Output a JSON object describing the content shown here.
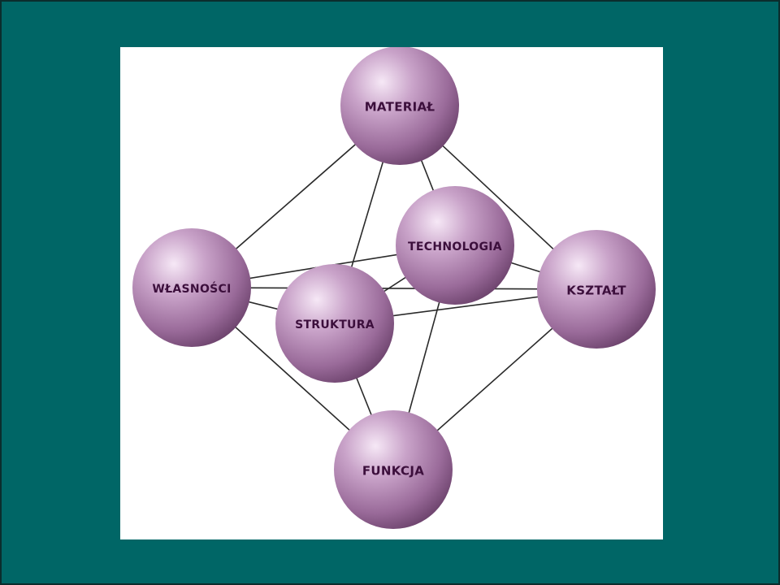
{
  "diagram": {
    "nodes": [
      {
        "id": "material",
        "label": "MATERIAŁ"
      },
      {
        "id": "technologia",
        "label": "TECHNOLOGIA"
      },
      {
        "id": "wlasnosci",
        "label": "WŁASNOŚCI"
      },
      {
        "id": "struktura",
        "label": "STRUKTURA"
      },
      {
        "id": "ksztalt",
        "label": "KSZTAŁT"
      },
      {
        "id": "funkcja",
        "label": "FUNKCJA"
      }
    ],
    "edges": [
      [
        "material",
        "wlasnosci"
      ],
      [
        "material",
        "struktura"
      ],
      [
        "material",
        "technologia"
      ],
      [
        "material",
        "ksztalt"
      ],
      [
        "wlasnosci",
        "technologia"
      ],
      [
        "wlasnosci",
        "struktura"
      ],
      [
        "wlasnosci",
        "ksztalt"
      ],
      [
        "wlasnosci",
        "funkcja"
      ],
      [
        "struktura",
        "technologia"
      ],
      [
        "struktura",
        "ksztalt"
      ],
      [
        "struktura",
        "funkcja"
      ],
      [
        "technologia",
        "ksztalt"
      ],
      [
        "technologia",
        "funkcja"
      ],
      [
        "ksztalt",
        "funkcja"
      ]
    ],
    "colors": {
      "background": "#006666",
      "panel": "#ffffff",
      "sphere_light": "#f6e8f6",
      "sphere_mid": "#b58bb5",
      "sphere_dark": "#6e446e",
      "edge": "#2a2a2a",
      "label": "#3c0f3c"
    }
  }
}
